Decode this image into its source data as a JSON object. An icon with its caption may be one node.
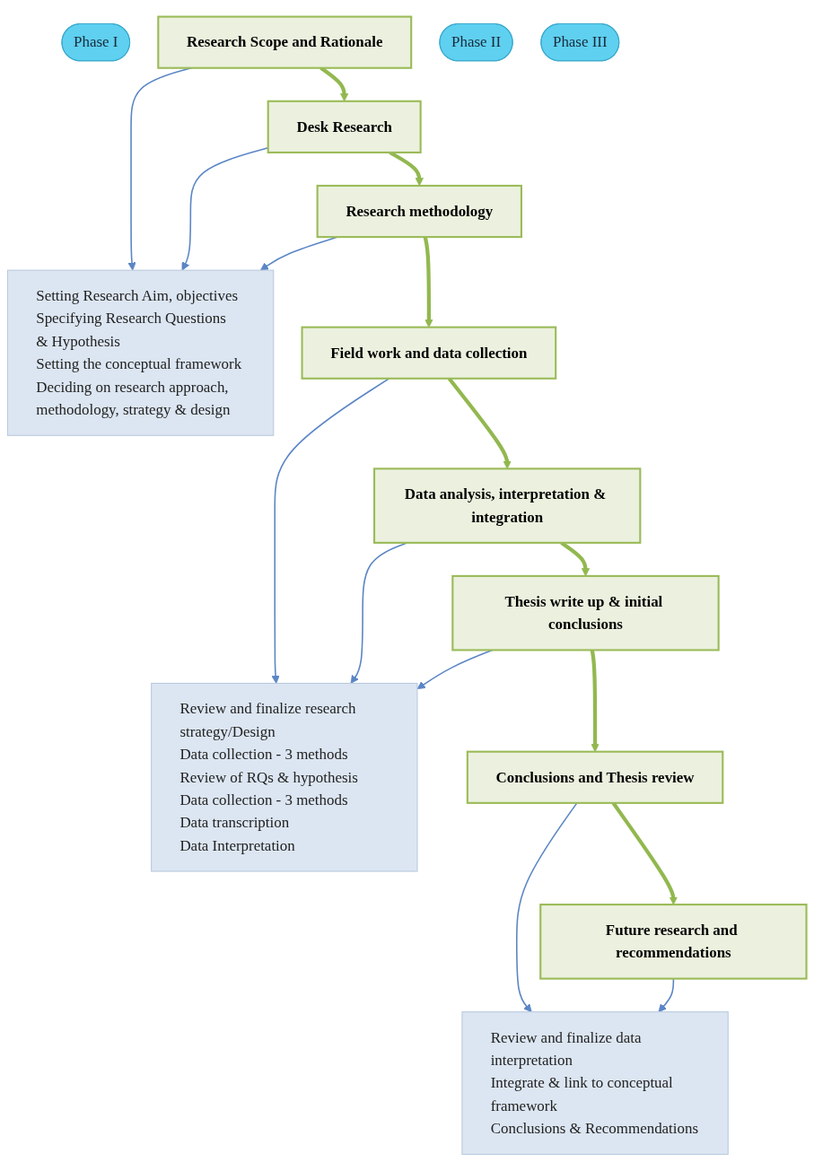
{
  "diagram": {
    "nodes": [
      {
        "text": [
          "Phase I"
        ]
      },
      {
        "text": [
          "Research Scope and Rationale"
        ]
      },
      {
        "text": [
          "Desk Research"
        ]
      },
      {
        "text": [
          "Research methodology"
        ]
      },
      {
        "text": [
          "Setting Research Aim, objectives",
          "Specifying Research Questions & Hypothesis",
          "Setting the conceptual framework",
          "Deciding on research approach, methodology, strategy & design"
        ]
      },
      {
        "text": [
          "Phase II"
        ]
      },
      {
        "text": [
          "Field work and data collection"
        ]
      },
      {
        "text": [
          "Data analysis, interpretation & integration"
        ]
      },
      {
        "text": [
          "Thesis write up & initial conclusions"
        ]
      },
      {
        "text": [
          "Review and finalize research strategy/Design",
          "Data collection - 3 methods",
          "Review of RQs & hypothesis",
          "Data collection - 3 methods",
          "Data transcription",
          "Data Interpretation"
        ]
      },
      {
        "text": [
          "Phase III"
        ]
      },
      {
        "text": [
          "Conclusions and Thesis review"
        ]
      },
      {
        "text": [
          "Future research and recommendations"
        ]
      },
      {
        "text": [
          "Review and finalize data interpretation",
          "Integrate & link to conceptual framework",
          "Conclusions & Recommendations"
        ]
      }
    ],
    "edges": [
      {
        "from": 1,
        "to": 2,
        "arrow": "to",
        "style": "thick",
        "color": "#92b84f"
      },
      {
        "from": 2,
        "to": 3,
        "arrow": "to",
        "style": "thick",
        "color": "#92b84f"
      },
      {
        "from": 3,
        "to": 6,
        "arrow": "to",
        "style": "thick",
        "color": "#92b84f"
      },
      {
        "from": 6,
        "to": 7,
        "arrow": "to",
        "style": "thick",
        "color": "#92b84f"
      },
      {
        "from": 7,
        "to": 8,
        "arrow": "to",
        "style": "thick",
        "color": "#92b84f"
      },
      {
        "from": 8,
        "to": 11,
        "arrow": "to",
        "style": "thick",
        "color": "#92b84f"
      },
      {
        "from": 11,
        "to": 12,
        "arrow": "to",
        "style": "thick",
        "color": "#92b84f"
      },
      {
        "from": 1,
        "to": 4,
        "arrow": "to"
      },
      {
        "from": 2,
        "to": 4,
        "arrow": "to"
      },
      {
        "from": 3,
        "to": 4,
        "arrow": "to"
      },
      {
        "from": 6,
        "to": 9,
        "arrow": "to"
      },
      {
        "from": 7,
        "to": 9,
        "arrow": "to"
      },
      {
        "from": 8,
        "to": 9,
        "arrow": "to"
      },
      {
        "from": 11,
        "to": 13,
        "arrow": "to"
      },
      {
        "from": 12,
        "to": 13,
        "arrow": "to"
      }
    ]
  }
}
